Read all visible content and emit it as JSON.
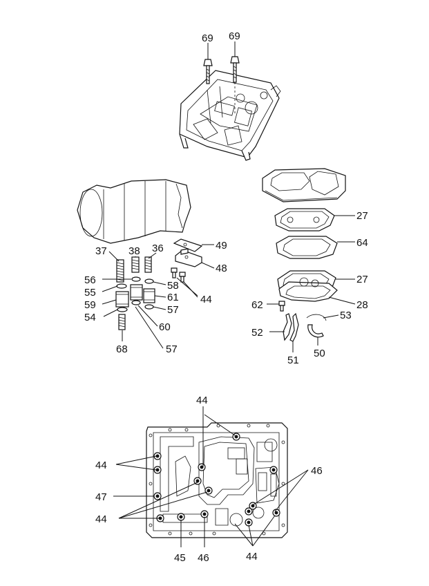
{
  "diagram": {
    "labels": {
      "l69a": "69",
      "l69b": "69",
      "l27a": "27",
      "l64": "64",
      "l27b": "27",
      "l28": "28",
      "l62": "62",
      "l53": "53",
      "l52": "52",
      "l50": "50",
      "l51": "51",
      "l37": "37",
      "l38": "38",
      "l36": "36",
      "l49": "49",
      "l48": "48",
      "l56": "56",
      "l58": "58",
      "l55": "55",
      "l44a": "44",
      "l61": "61",
      "l59": "59",
      "l57a": "57",
      "l54": "54",
      "l60": "60",
      "l68": "68",
      "l57b": "57",
      "l44top": "44",
      "l44left": "44",
      "l47": "47",
      "l44lower": "44",
      "l46right": "46",
      "l45": "45",
      "l46bottom": "46",
      "l44bottom": "44"
    }
  }
}
